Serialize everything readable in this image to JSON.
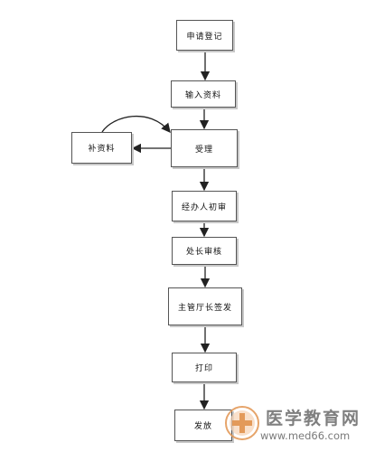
{
  "flowchart": {
    "steps": [
      {
        "id": "s1",
        "label": "申请登记"
      },
      {
        "id": "s2",
        "label": "输入资料"
      },
      {
        "id": "s3",
        "label": "受理"
      },
      {
        "id": "s4",
        "label": "经办人初审"
      },
      {
        "id": "s5",
        "label": "处长审核"
      },
      {
        "id": "s6",
        "label": "主管厅长签发"
      },
      {
        "id": "s7",
        "label": "打印"
      },
      {
        "id": "s8",
        "label": "发放"
      }
    ],
    "side_step": {
      "id": "side",
      "label": "补资料"
    }
  },
  "watermark": {
    "title": "医学教育网",
    "url": "www.med66.com",
    "color": "#e39a5a"
  },
  "colors": {
    "line": "#222222",
    "box_border": "#555555"
  }
}
